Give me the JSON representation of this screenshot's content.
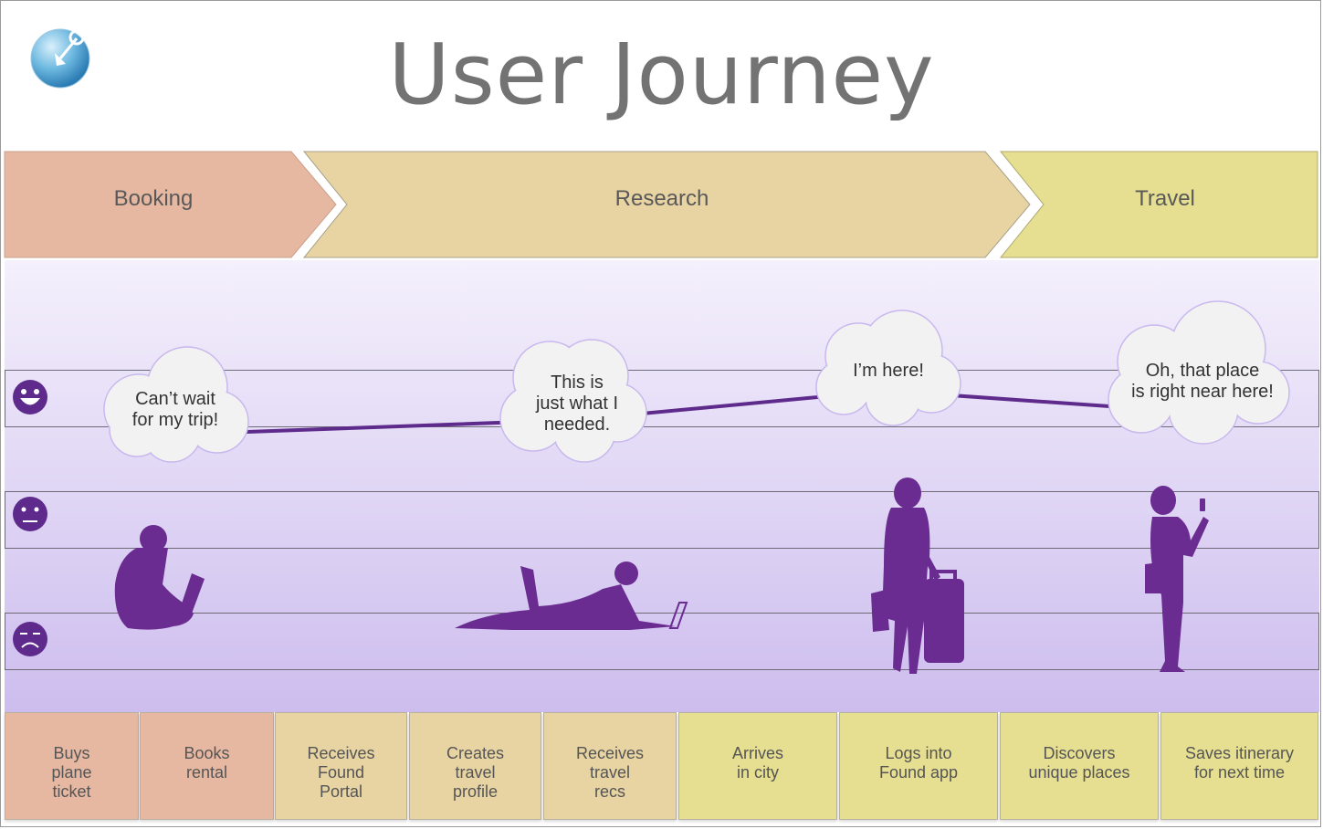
{
  "title": "User Journey",
  "phases": [
    {
      "label": "Booking"
    },
    {
      "label": "Research"
    },
    {
      "label": "Travel"
    }
  ],
  "clouds": [
    {
      "text": "Can’t wait\nfor my trip!"
    },
    {
      "text": "This is\njust what I\nneeded."
    },
    {
      "text": "I’m here!"
    },
    {
      "text": "Oh, that place\nis right near here!"
    }
  ],
  "steps": [
    {
      "label": "Buys\nplane\nticket"
    },
    {
      "label": "Books\nrental"
    },
    {
      "label": "Receives\nFound\nPortal"
    },
    {
      "label": "Creates\ntravel\nprofile"
    },
    {
      "label": "Receives\ntravel\nrecs"
    },
    {
      "label": "Arrives\nin city"
    },
    {
      "label": "Logs into\nFound app"
    },
    {
      "label": "Discovers\nunique places"
    },
    {
      "label": "Saves itinerary\nfor next time"
    }
  ],
  "colors": {
    "booking": "#e6b8a2",
    "research": "#e7d4a2",
    "travel": "#e6df92",
    "accent": "#5e2a8c"
  },
  "icons": {
    "happy": "happy-face-icon",
    "neutral": "neutral-face-icon",
    "sad": "sad-face-icon",
    "logo": "pin-globe-icon"
  }
}
